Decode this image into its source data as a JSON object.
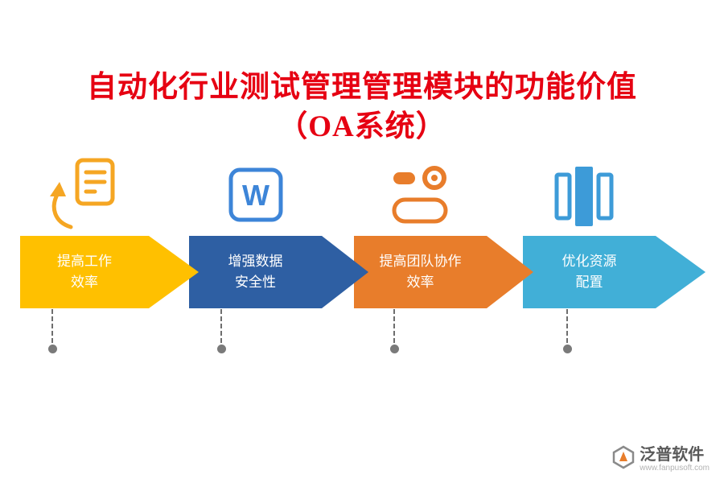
{
  "title": {
    "line1": "自动化行业测试管理管理模块的功能价值",
    "line2": "（OA系统）"
  },
  "steps": [
    {
      "label_line1": "提高工作",
      "label_line2": "效率",
      "icon": "document-arrow-icon"
    },
    {
      "label_line1": "增强数据",
      "label_line2": "安全性",
      "icon": "word-w-icon"
    },
    {
      "label_line1": "提高团队协作",
      "label_line2": "效率",
      "icon": "toggle-record-icon"
    },
    {
      "label_line1": "优化资源",
      "label_line2": "配置",
      "icon": "columns-icon"
    }
  ],
  "icons": {
    "word_letter": "W"
  },
  "colors": {
    "title": "#e60012",
    "step1": "#FFC000",
    "step2": "#2E5FA3",
    "step3": "#E87D2B",
    "step4": "#41AFD7",
    "icon1": "#F5A623",
    "icon2": "#3D85D8",
    "icon3": "#E87D2B",
    "icon4": "#3D9BD8",
    "dot": "#7a7a7a"
  },
  "footer": {
    "brand": "泛普软件",
    "url": "www.fanpusoft.com"
  }
}
